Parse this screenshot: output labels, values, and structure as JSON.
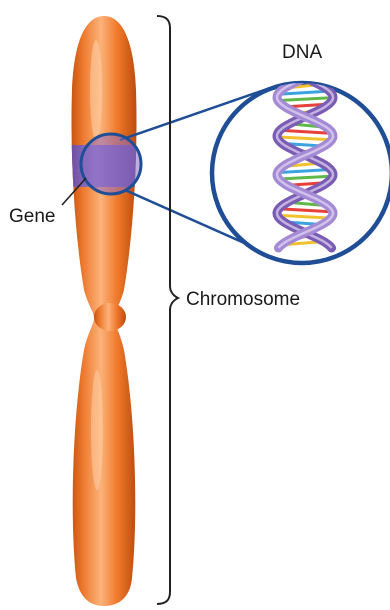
{
  "labels": {
    "gene": "Gene",
    "dna": "DNA",
    "chromosome": "Chromosome"
  },
  "colors": {
    "chromosome": "#f07a2c",
    "chromosome_dark": "#c95412",
    "gene_band": "#7b58b0",
    "magnifier_ring": "#1f4e96",
    "dna_backbone": "#8e6fc4",
    "base_pairs": [
      "#e8403a",
      "#f2c12e",
      "#3aa3e0",
      "#5fb848"
    ]
  }
}
